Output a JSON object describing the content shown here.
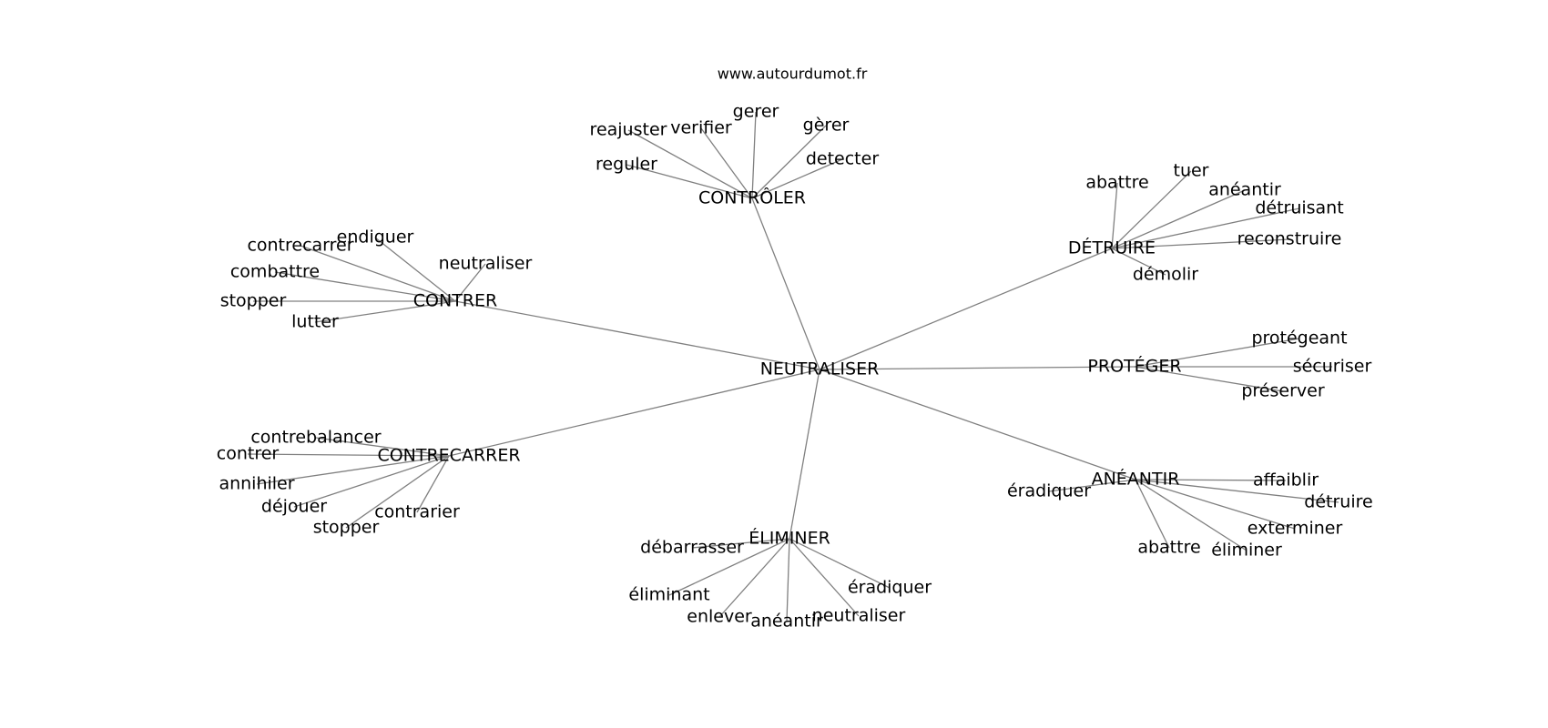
{
  "site": "www.autourdumot.fr",
  "graph": {
    "center": "NEUTRALISER",
    "clusters": [
      {
        "label": "CONTRÔLER",
        "words": [
          "reajuster",
          "verifier",
          "gerer",
          "gèrer",
          "detecter",
          "reguler"
        ]
      },
      {
        "label": "DÉTRUIRE",
        "words": [
          "abattre",
          "tuer",
          "anéantir",
          "détruisant",
          "reconstruire",
          "démolir"
        ]
      },
      {
        "label": "CONTRER",
        "words": [
          "contrecarrer",
          "endiguer",
          "neutraliser",
          "combattre",
          "stopper",
          "lutter"
        ]
      },
      {
        "label": "PROTÉGER",
        "words": [
          "protégeant",
          "sécuriser",
          "préserver"
        ]
      },
      {
        "label": "CONTRECARRER",
        "words": [
          "contrebalancer",
          "contrer",
          "annihiler",
          "déjouer",
          "contrarier",
          "stopper"
        ]
      },
      {
        "label": "ANÉANTIR",
        "words": [
          "éradiquer",
          "affaiblir",
          "détruire",
          "exterminer",
          "abattre",
          "éliminer"
        ]
      },
      {
        "label": "ÉLIMINER",
        "words": [
          "débarrasser",
          "éliminant",
          "enlever",
          "anéantir",
          "neutraliser",
          "éradiquer"
        ]
      }
    ]
  }
}
